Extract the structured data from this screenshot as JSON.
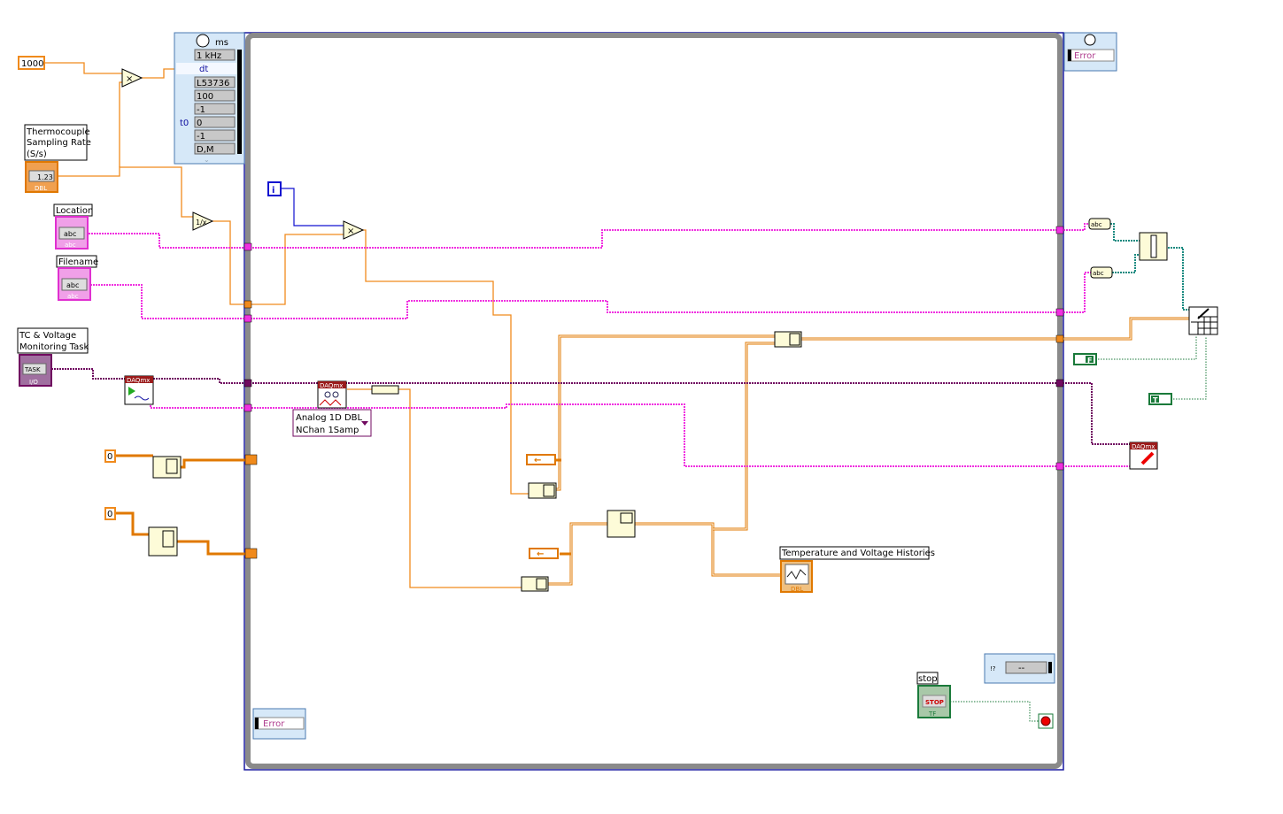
{
  "constants": {
    "thousand": "1000",
    "zero_a": "0",
    "zero_b": "0",
    "bool_false": "F",
    "bool_true": "T"
  },
  "controls": {
    "sampling_rate": {
      "label": "Thermocouple Sampling Rate (S/s)",
      "label_lines": [
        "Thermocouple",
        "Sampling Rate",
        "(S/s)"
      ],
      "type": "DBL",
      "display": "1.23"
    },
    "location": {
      "label": "Location",
      "display": "abc",
      "type": "abc"
    },
    "filename": {
      "label": "Filename",
      "display": "abc",
      "type": "abc"
    },
    "task": {
      "label": "TC & Voltage Monitoring Task",
      "label_lines": [
        "TC & Voltage",
        "Monitoring Task"
      ],
      "display": "TASK",
      "type": "I/O"
    },
    "stop": {
      "label": "stop",
      "display": "STOP",
      "type": "TF"
    }
  },
  "timed_loop": {
    "input_node": {
      "unit": "ms",
      "rows": [
        {
          "icon": "timing-source-icon",
          "value": "1 kHz"
        },
        {
          "icon": "period-icon",
          "value": "dt"
        },
        {
          "icon": "structure-name-icon",
          "value": "L53736"
        },
        {
          "icon": "priority-icon",
          "value": "100"
        },
        {
          "icon": "deadline-icon",
          "value": "-1"
        },
        {
          "icon": "offset-icon",
          "value": "t0",
          "value2": "0"
        },
        {
          "icon": "timeout-icon",
          "value": "-1"
        },
        {
          "icon": "mode-icon",
          "value": "D,M"
        }
      ]
    },
    "output_node": {
      "value": "Error"
    },
    "left_error_node": {
      "value": "Error"
    },
    "right_inner_node": {
      "value": "--",
      "icon": "!?"
    }
  },
  "nodes": {
    "daqmx_start": {
      "header": "DAQmx"
    },
    "daqmx_read": {
      "header": "DAQmx",
      "polymorphic": [
        "Analog 1D DBL",
        "NChan 1Samp"
      ]
    },
    "daqmx_clear": {
      "header": "DAQmx"
    },
    "graph": {
      "label": "Temperature and Voltage Histories",
      "type": "DBL"
    },
    "string_to_path_a": {
      "display": "abc"
    },
    "string_to_path_b": {
      "display": "abc"
    }
  },
  "wire_colors": {
    "numeric": "#f08a1c",
    "string": "#f030e0",
    "task": "#700a60",
    "path": "#1a8a80",
    "boolean": "#1a7a3a",
    "integer": "#1010d0"
  }
}
